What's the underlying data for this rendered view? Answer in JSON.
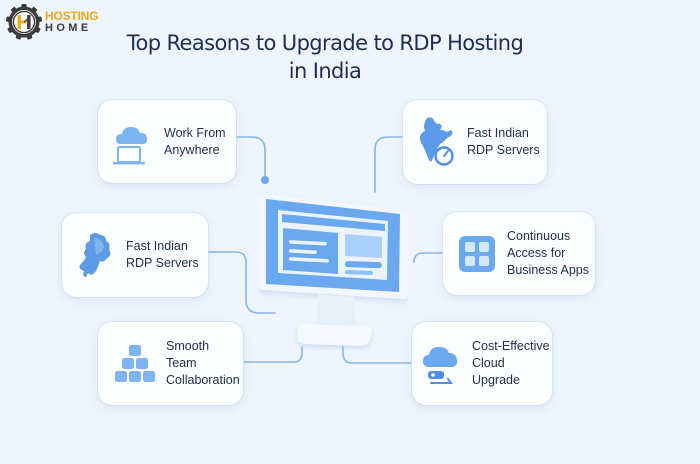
{
  "brand": {
    "name_top": "HOSTING",
    "name_bottom": "HOME",
    "colors": {
      "gold": "#f0a81c",
      "dark": "#3a3a3a"
    }
  },
  "header": {
    "title_line1": "Top Reasons to Upgrade to RDP Hosting",
    "title_line2": "in India"
  },
  "colors": {
    "background": "#eef5fd",
    "accent": "#6aa8ef",
    "accent_light": "#a9d0fb",
    "wire": "#7fb1ea",
    "text": "#1f2f4f"
  },
  "center": {
    "icon": "desktop-monitor-icon"
  },
  "reasons": [
    {
      "id": "work",
      "label": "Work From\nAnywhere",
      "icon": "cloud-laptop-icon",
      "side": "left"
    },
    {
      "id": "fast-right",
      "label": "Fast Indian\nRDP Servers",
      "icon": "india-map-speedometer-icon",
      "side": "right"
    },
    {
      "id": "fast-left",
      "label": "Fast Indian\nRDP Servers",
      "icon": "india-map-icon",
      "side": "left"
    },
    {
      "id": "continuous",
      "label": "Continuous\nAccess for\nBusiness Apps",
      "icon": "app-grid-icon",
      "side": "right"
    },
    {
      "id": "smooth",
      "label": "Smooth\nTeam\nCollaboration",
      "icon": "stacked-blocks-icon",
      "side": "left"
    },
    {
      "id": "cost",
      "label": "Cost-Effective\nCloud Upgrade",
      "icon": "cloud-wallet-icon",
      "side": "right"
    }
  ]
}
